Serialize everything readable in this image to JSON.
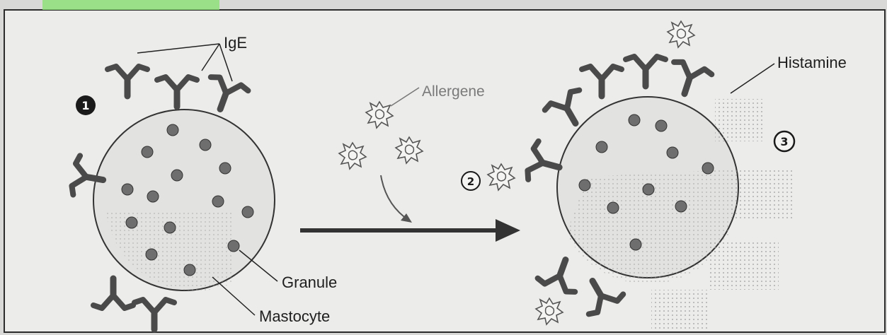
{
  "labels": {
    "ige": "IgE",
    "allergene": "Allergene",
    "histamine": "Histamine",
    "granule": "Granule",
    "mastocyte": "Mastocyte"
  },
  "steps": [
    "1",
    "2",
    "3"
  ],
  "colors": {
    "background": "#d9d9d7",
    "panel": "#ececea",
    "cell_fill": "#e2e2e0",
    "granule": "#6e6e6e",
    "antibody": "#4a4a4a",
    "highlight": "#8ee07a"
  }
}
